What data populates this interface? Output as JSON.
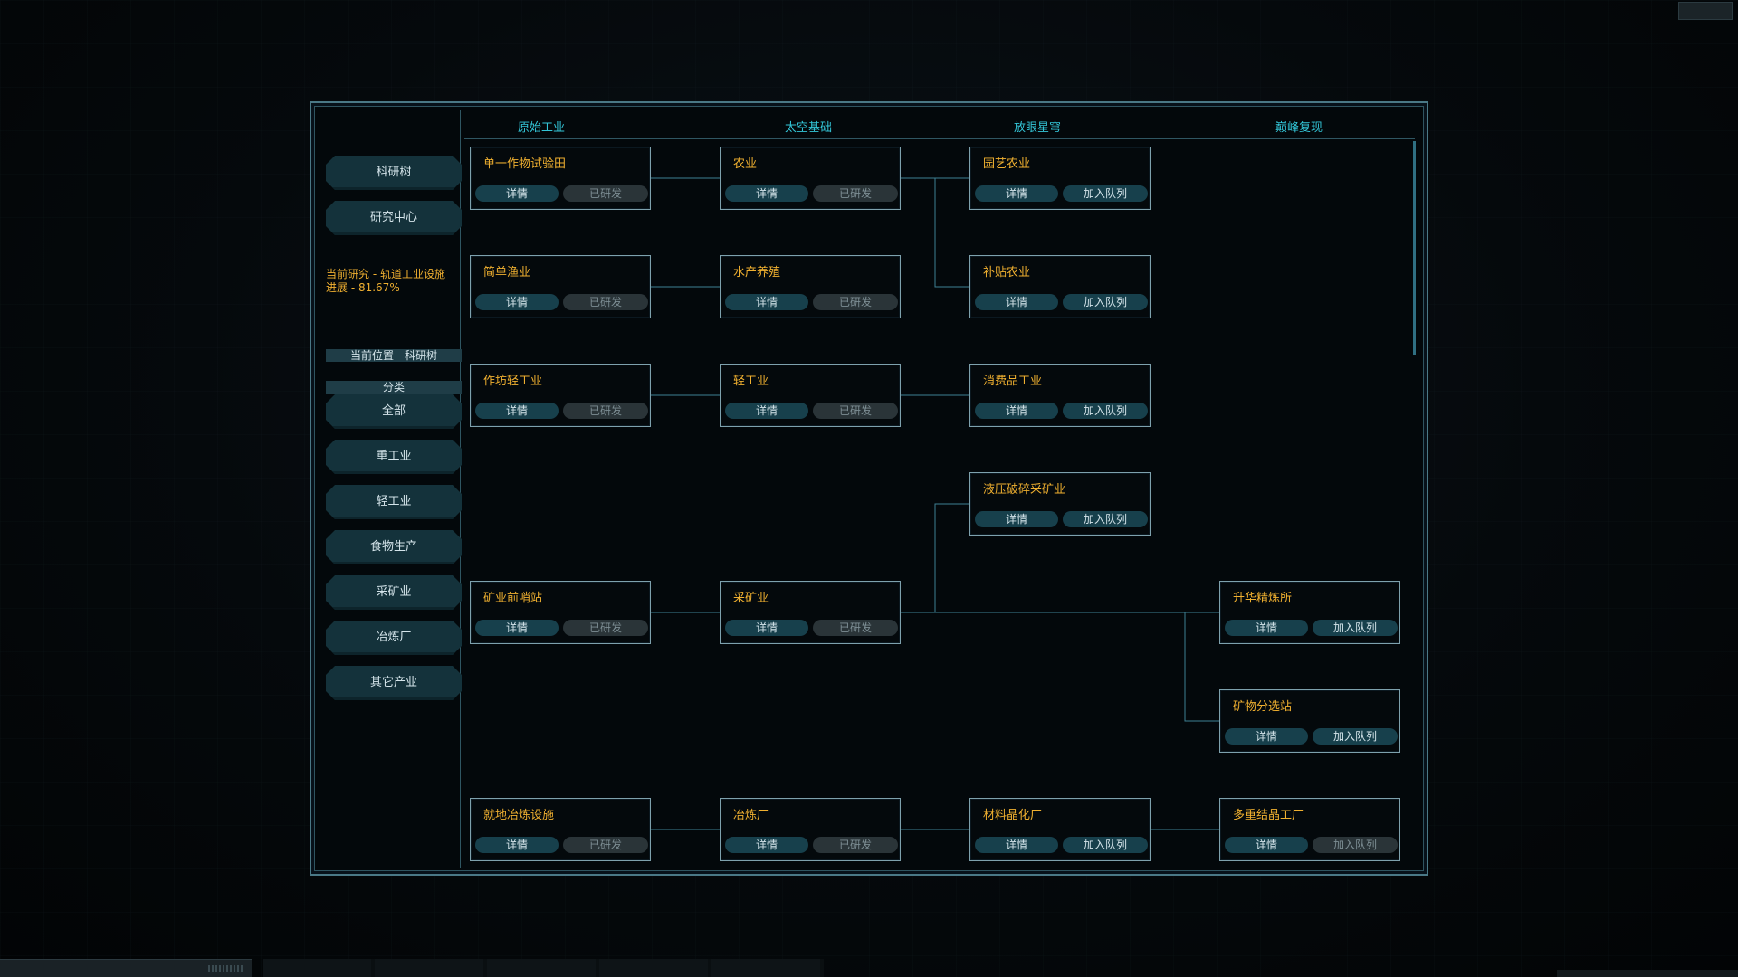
{
  "sidebar": {
    "tree_button": "科研树",
    "center_button": "研究中心",
    "current_research": "当前研究 - 轨道工业设施",
    "progress": "进展 - 81.67%",
    "location": "当前位置 - 科研树",
    "category_label": "分类",
    "categories": [
      "全部",
      "重工业",
      "轻工业",
      "食物生产",
      "采矿业",
      "冶炼厂",
      "其它产业"
    ]
  },
  "tiers": [
    "原始工业",
    "太空基础",
    "放眼星穹",
    "巅峰复现"
  ],
  "nodes": [
    {
      "title": "单一作物试验田",
      "details": "详情",
      "status": "已研发",
      "state": "done",
      "col": 0,
      "row": 0
    },
    {
      "title": "农业",
      "details": "详情",
      "status": "已研发",
      "state": "done",
      "col": 1,
      "row": 0
    },
    {
      "title": "园艺农业",
      "details": "详情",
      "status": "加入队列",
      "state": "queue",
      "col": 2,
      "row": 0
    },
    {
      "title": "简单渔业",
      "details": "详情",
      "status": "已研发",
      "state": "done",
      "col": 0,
      "row": 1
    },
    {
      "title": "水产养殖",
      "details": "详情",
      "status": "已研发",
      "state": "done",
      "col": 1,
      "row": 1
    },
    {
      "title": "补贴农业",
      "details": "详情",
      "status": "加入队列",
      "state": "queue",
      "col": 2,
      "row": 1
    },
    {
      "title": "作坊轻工业",
      "details": "详情",
      "status": "已研发",
      "state": "done",
      "col": 0,
      "row": 2
    },
    {
      "title": "轻工业",
      "details": "详情",
      "status": "已研发",
      "state": "done",
      "col": 1,
      "row": 2
    },
    {
      "title": "消费品工业",
      "details": "详情",
      "status": "加入队列",
      "state": "queue",
      "col": 2,
      "row": 2
    },
    {
      "title": "液压破碎采矿业",
      "details": "详情",
      "status": "加入队列",
      "state": "queue",
      "col": 2,
      "row": 3
    },
    {
      "title": "矿业前哨站",
      "details": "详情",
      "status": "已研发",
      "state": "done",
      "col": 0,
      "row": 4
    },
    {
      "title": "采矿业",
      "details": "详情",
      "status": "已研发",
      "state": "done",
      "col": 1,
      "row": 4
    },
    {
      "title": "升华精炼所",
      "details": "详情",
      "status": "加入队列",
      "state": "queue",
      "col": 3,
      "row": 4
    },
    {
      "title": "矿物分选站",
      "details": "详情",
      "status": "加入队列",
      "state": "queue",
      "col": 3,
      "row": 5
    },
    {
      "title": "就地冶炼设施",
      "details": "详情",
      "status": "已研发",
      "state": "done",
      "col": 0,
      "row": 6
    },
    {
      "title": "冶炼厂",
      "details": "详情",
      "status": "已研发",
      "state": "done",
      "col": 1,
      "row": 6
    },
    {
      "title": "材料晶化厂",
      "details": "详情",
      "status": "加入队列",
      "state": "queue",
      "col": 2,
      "row": 6
    },
    {
      "title": "多重结晶工厂",
      "details": "详情",
      "status": "加入队列",
      "state": "locked",
      "col": 3,
      "row": 6
    }
  ],
  "links": [
    {
      "from": [
        0,
        0
      ],
      "to": [
        1,
        0
      ]
    },
    {
      "from": [
        1,
        0
      ],
      "to": [
        2,
        0
      ]
    },
    {
      "from": [
        1,
        0
      ],
      "to": [
        2,
        1
      ]
    },
    {
      "from": [
        0,
        1
      ],
      "to": [
        1,
        1
      ]
    },
    {
      "from": [
        0,
        2
      ],
      "to": [
        1,
        2
      ]
    },
    {
      "from": [
        1,
        2
      ],
      "to": [
        2,
        2
      ]
    },
    {
      "from": [
        0,
        4
      ],
      "to": [
        1,
        4
      ]
    },
    {
      "from": [
        1,
        4
      ],
      "to": [
        2,
        3
      ]
    },
    {
      "from": [
        1,
        4
      ],
      "to": [
        3,
        4
      ]
    },
    {
      "from": [
        1,
        4
      ],
      "to": [
        3,
        5
      ]
    },
    {
      "from": [
        0,
        6
      ],
      "to": [
        1,
        6
      ]
    },
    {
      "from": [
        1,
        6
      ],
      "to": [
        2,
        6
      ]
    },
    {
      "from": [
        2,
        6
      ],
      "to": [
        3,
        6
      ]
    }
  ],
  "colors": {
    "accent": "#33c6d8",
    "title_gold": "#f0b030",
    "button_teal": "#17404c",
    "button_disabled": "#2a3438",
    "link": "#3e7f93"
  }
}
